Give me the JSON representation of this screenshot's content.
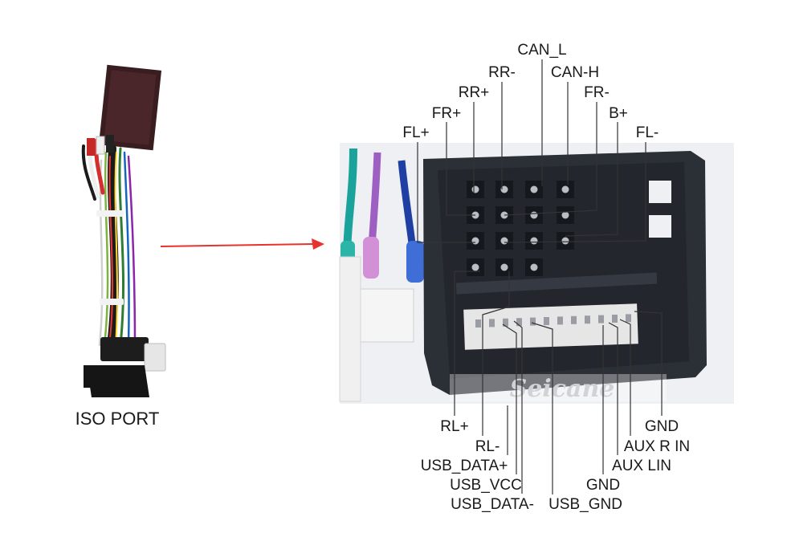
{
  "left_caption": "ISO PORT",
  "watermark": "Seicane",
  "colors": {
    "arrow": "#e8322e",
    "connector": "#2b2f36",
    "leader": "#333333"
  },
  "top_pins": [
    {
      "id": "can-l",
      "label": "CAN_L"
    },
    {
      "id": "rr-minus",
      "label": "RR-"
    },
    {
      "id": "can-h",
      "label": "CAN-H"
    },
    {
      "id": "rr-plus",
      "label": "RR+"
    },
    {
      "id": "fr-minus",
      "label": "FR-"
    },
    {
      "id": "fr-plus",
      "label": "FR+"
    },
    {
      "id": "b-plus",
      "label": "B+"
    },
    {
      "id": "fl-plus",
      "label": "FL+"
    },
    {
      "id": "fl-minus",
      "label": "FL-"
    }
  ],
  "bottom_pins": [
    {
      "id": "rl-plus",
      "label": "RL+"
    },
    {
      "id": "gnd-1",
      "label": "GND"
    },
    {
      "id": "rl-minus",
      "label": "RL-"
    },
    {
      "id": "aux-r-in",
      "label": "AUX R IN"
    },
    {
      "id": "usb-data-plus",
      "label": "USB_DATA+"
    },
    {
      "id": "aux-lin",
      "label": "AUX LIN"
    },
    {
      "id": "usb-vcc",
      "label": "USB_VCC"
    },
    {
      "id": "gnd-2",
      "label": "GND"
    },
    {
      "id": "usb-data-minus",
      "label": "USB_DATA-"
    },
    {
      "id": "usb-gnd",
      "label": "USB_GND"
    }
  ]
}
